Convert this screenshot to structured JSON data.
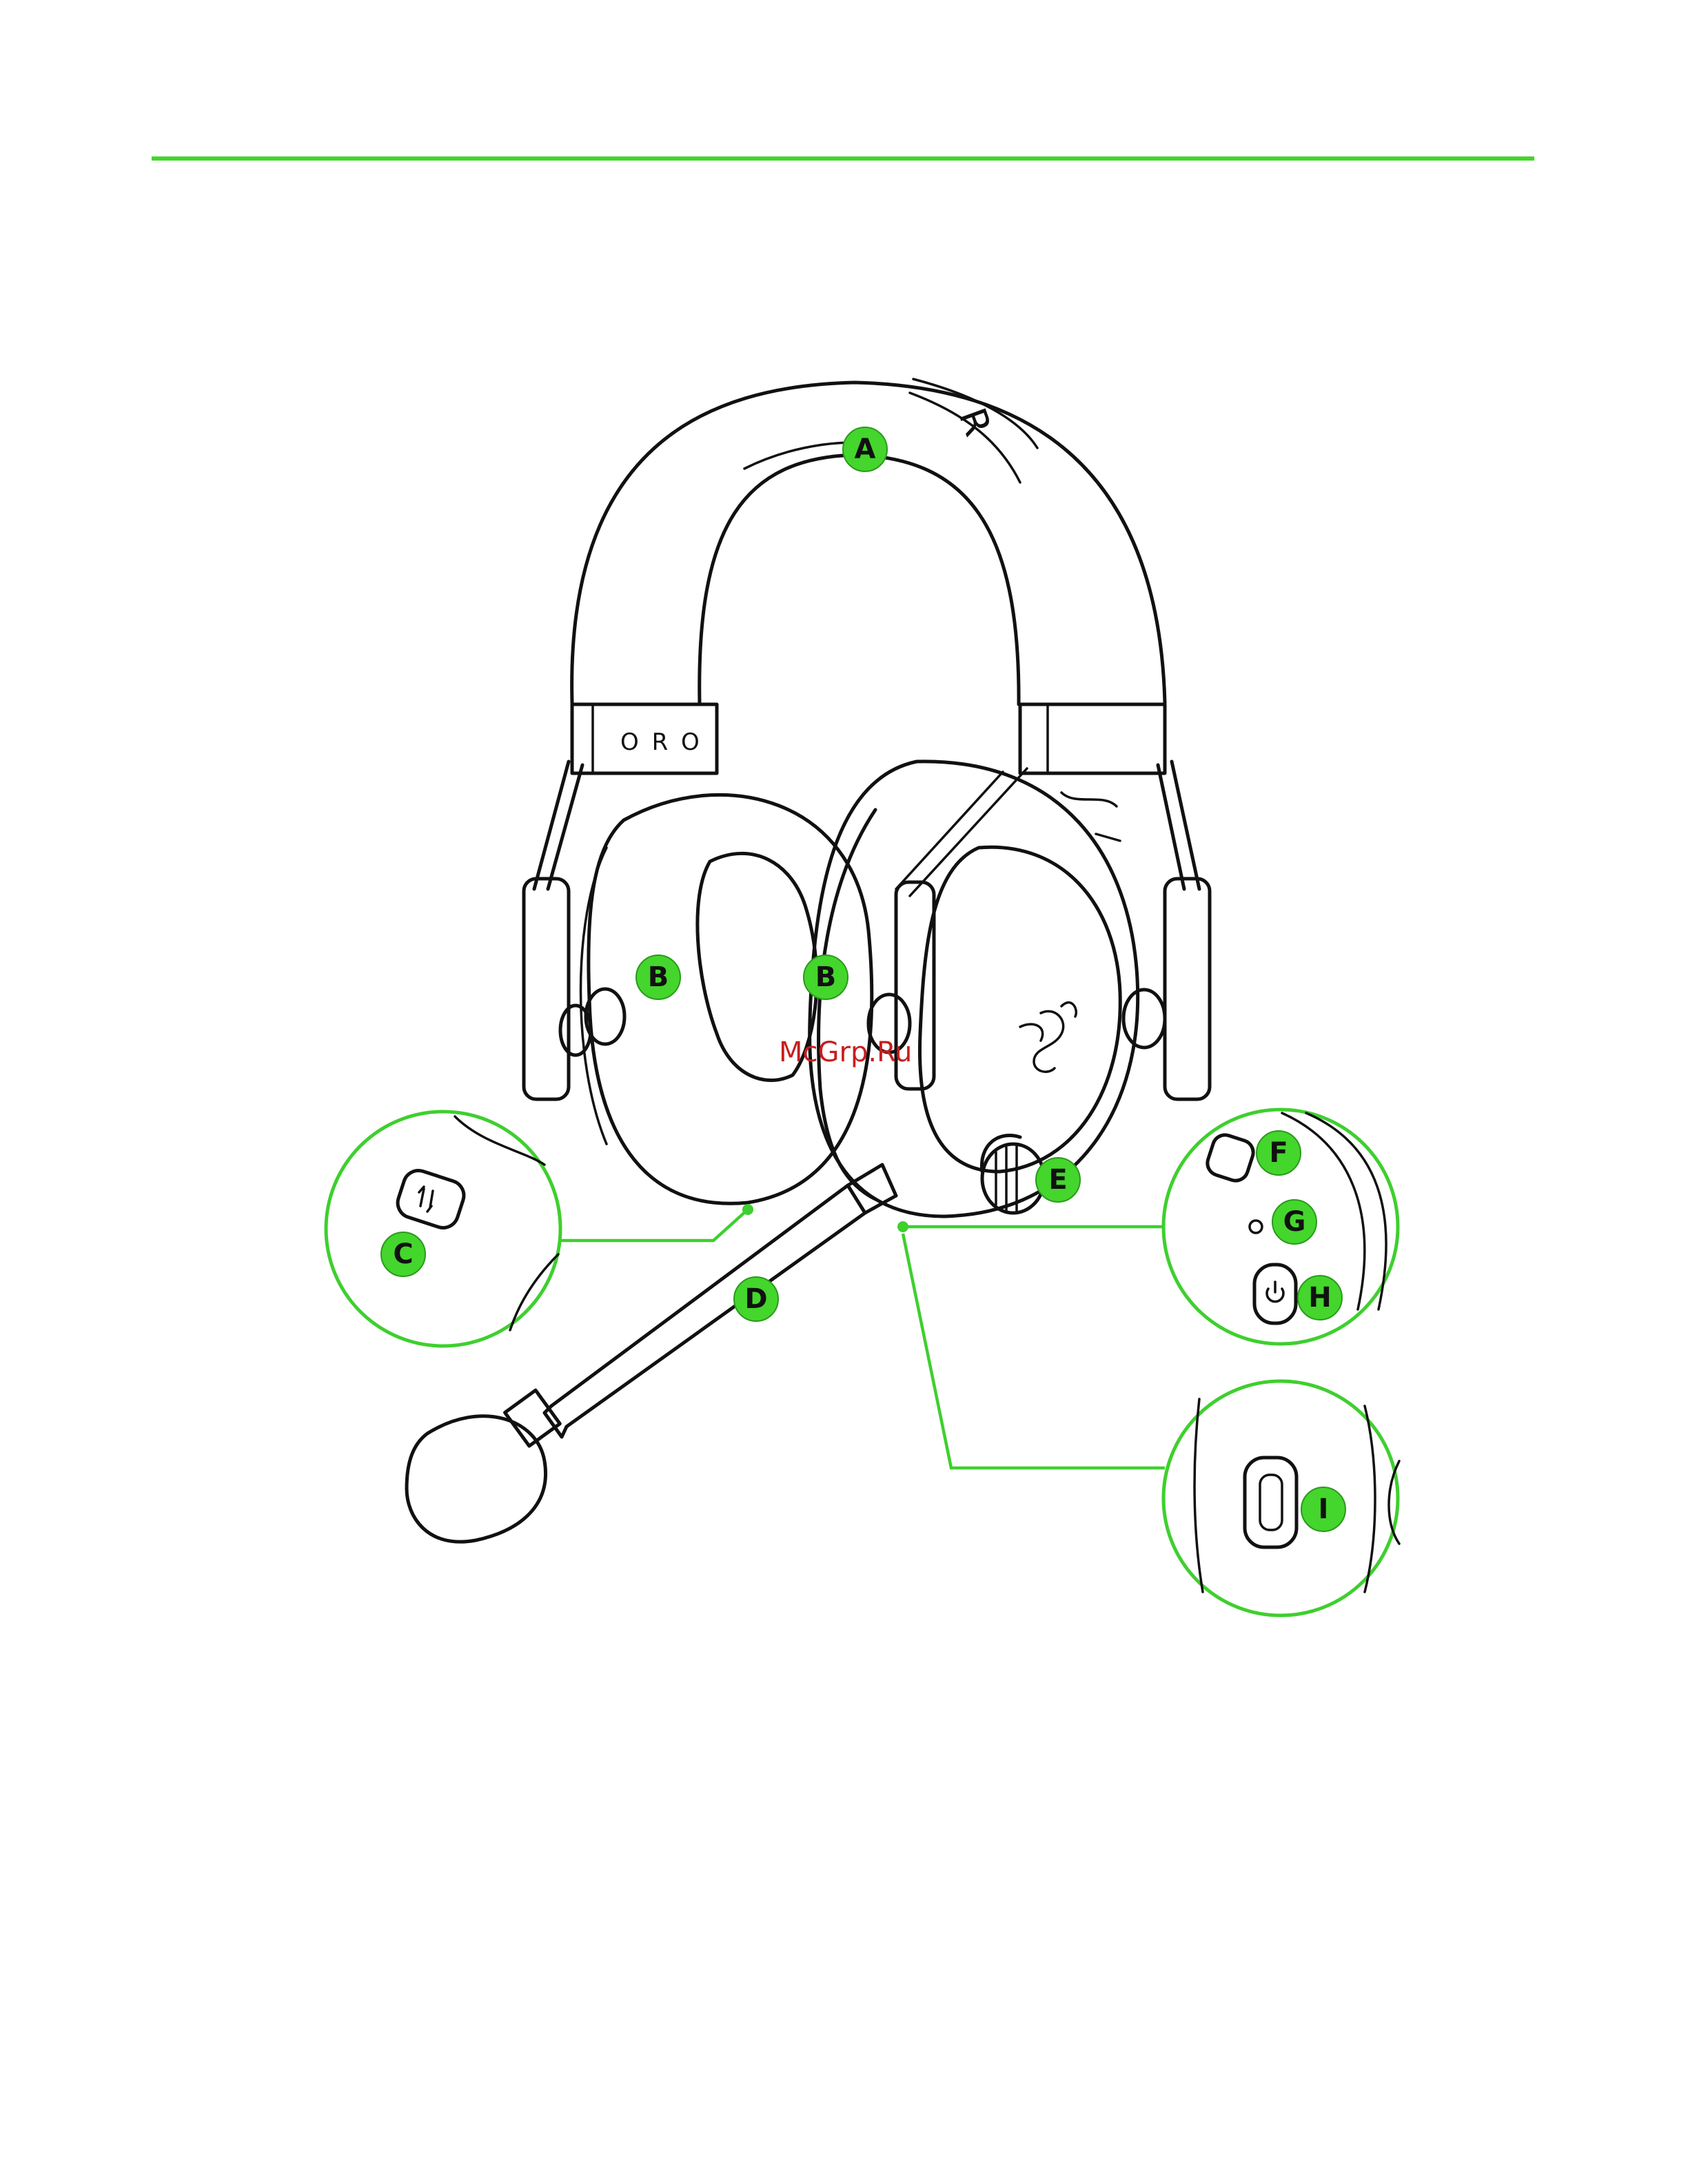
{
  "watermark": "McGrp.Ru",
  "headband_text": "O R O",
  "headband_brand_letter": "R",
  "colors": {
    "accent": "#44d62c",
    "lead_line": "#3fcf2f",
    "ink": "#111111",
    "watermark": "#c81e1e"
  },
  "callouts": [
    {
      "letter": "A"
    },
    {
      "letter": "B"
    },
    {
      "letter": "B"
    },
    {
      "letter": "C"
    },
    {
      "letter": "D"
    },
    {
      "letter": "E"
    },
    {
      "letter": "F"
    },
    {
      "letter": "G"
    },
    {
      "letter": "H"
    },
    {
      "letter": "I"
    }
  ],
  "icons": {
    "logo": "razer-snake-logo",
    "mode_switch": "switch-arrows-icon",
    "mic_mute": "mic-mute-icon",
    "power": "power-icon",
    "usb_port": "usb-c-port-icon"
  }
}
